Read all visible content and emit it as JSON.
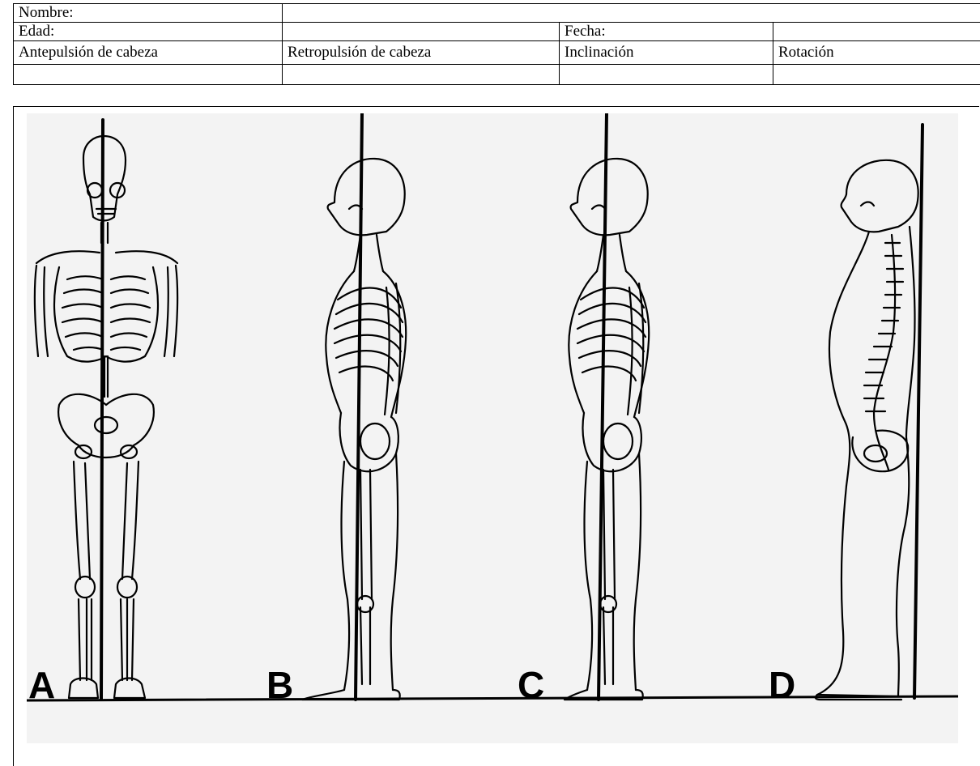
{
  "form": {
    "nombre_label": "Nombre:",
    "edad_label": "Edad:",
    "fecha_label": "Fecha:",
    "columns": [
      "Antepulsión de cabeza",
      "Retropulsión de cabeza",
      "Inclinación",
      "Rotación"
    ]
  },
  "figure": {
    "panels": [
      "A",
      "B",
      "C",
      "D"
    ]
  }
}
